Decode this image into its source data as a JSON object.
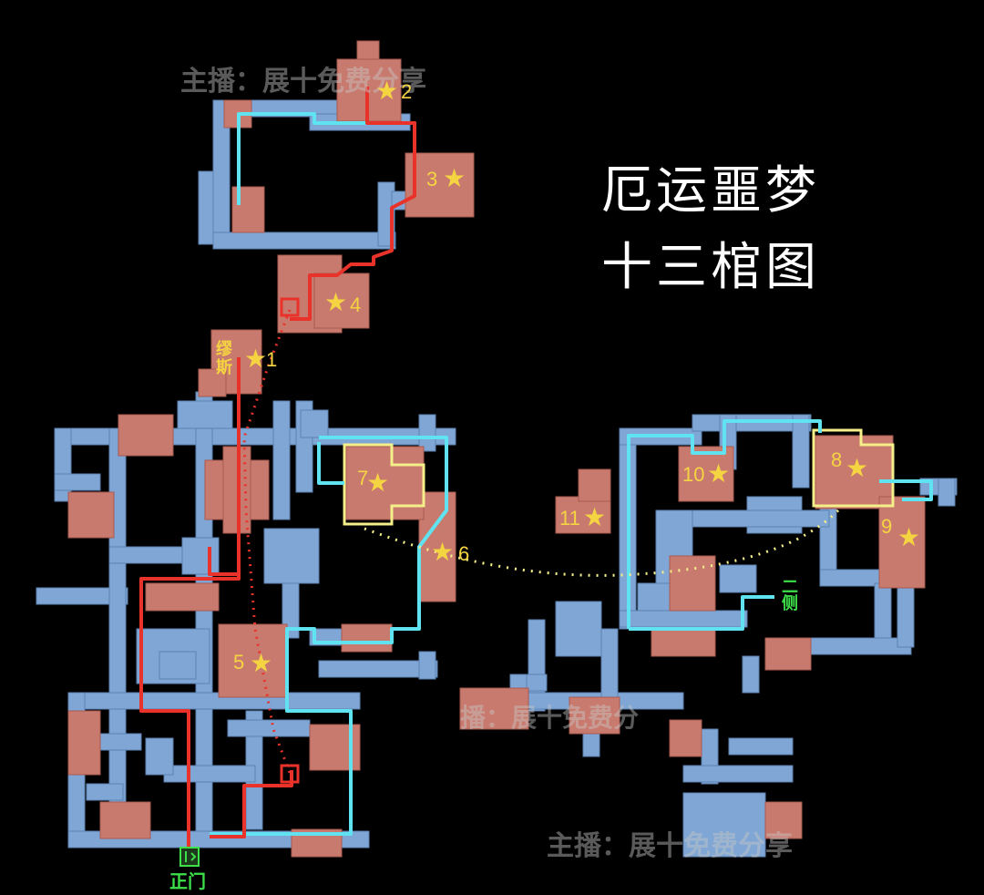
{
  "title": {
    "line1": "厄运噩梦",
    "line2": "十三棺图"
  },
  "watermarks": {
    "top": "主播：展十免费分享",
    "middle": "播：展十免费分",
    "bottom": "主播：展十免费分享"
  },
  "labels": {
    "main_entrance": "正门",
    "side_entrance": "二侧",
    "boss": "缪斯"
  },
  "coffins": [
    {
      "num": "1"
    },
    {
      "num": "2"
    },
    {
      "num": "3"
    },
    {
      "num": "4"
    },
    {
      "num": "5"
    },
    {
      "num": "6"
    },
    {
      "num": "7"
    },
    {
      "num": "8"
    },
    {
      "num": "9"
    },
    {
      "num": "10"
    },
    {
      "num": "11"
    }
  ],
  "colors": {
    "corridor": "#7fa6d4",
    "room": "#c97a6e",
    "route_red": "#e8322a",
    "route_cyan": "#5fe3f0",
    "highlight_room": "#f5ef8a",
    "star": "#f5d442",
    "entrance": "#3ee04a"
  }
}
